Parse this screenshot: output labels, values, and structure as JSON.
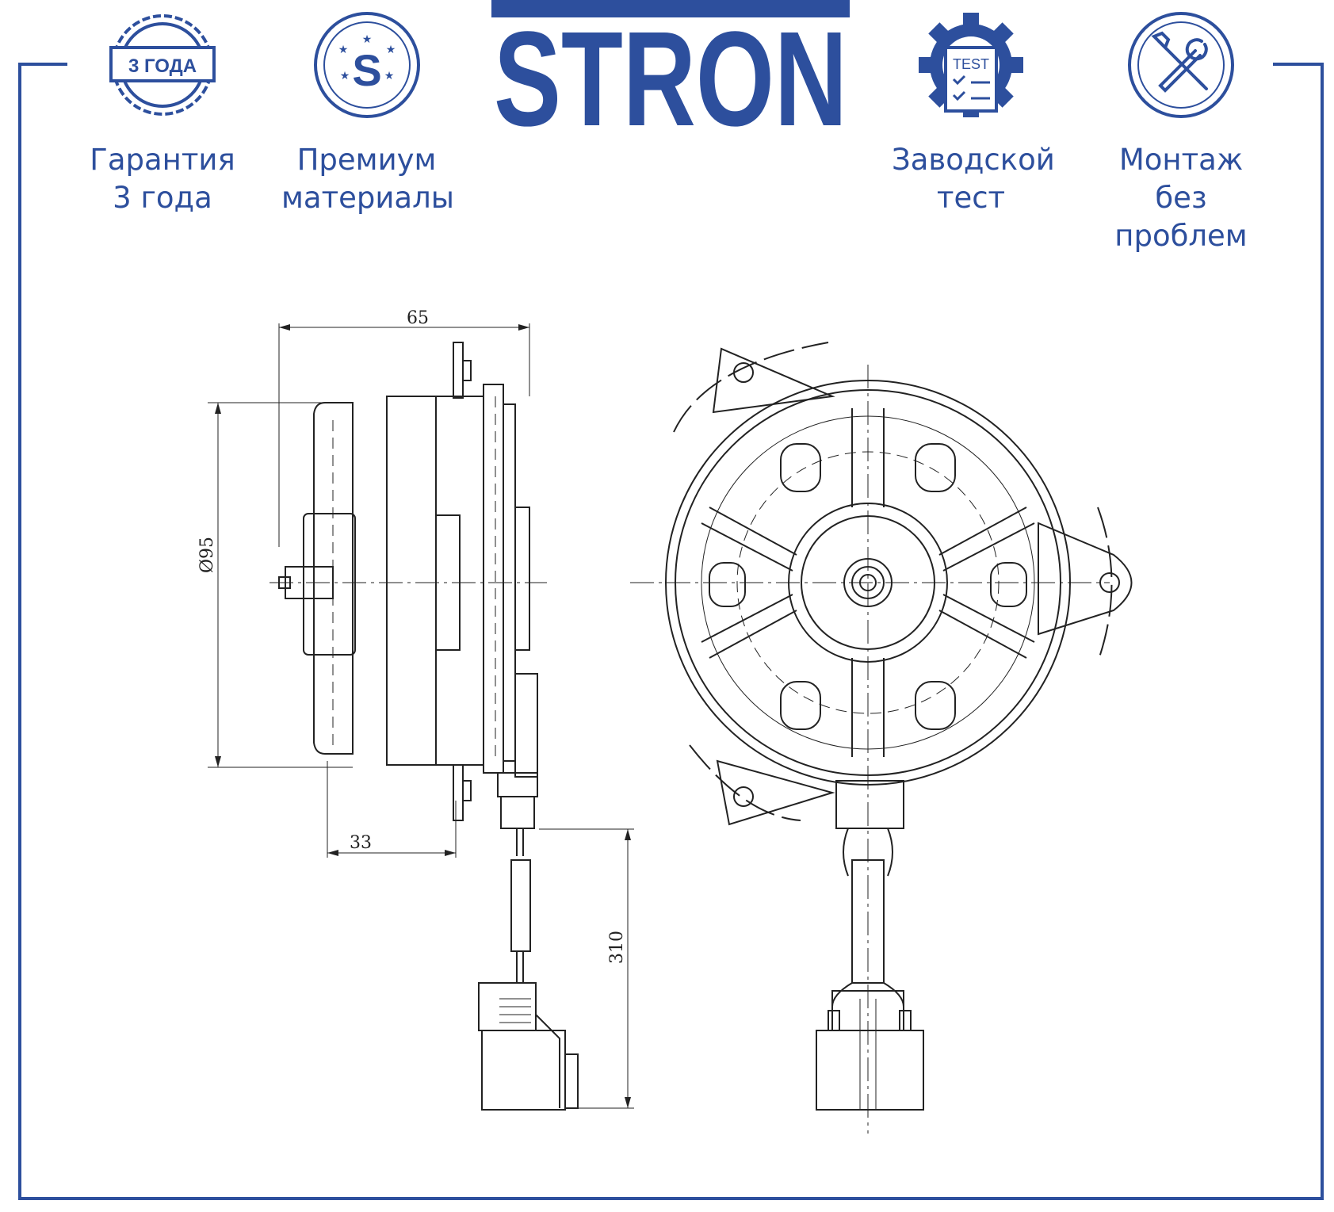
{
  "brand": {
    "name": "STRON",
    "color": "#2d4f9d"
  },
  "features": [
    {
      "icon": "warranty-badge-icon",
      "badge_text": "3 ГОДА",
      "line1": "Гарантия",
      "line2": "3 года"
    },
    {
      "icon": "premium-s-icon",
      "badge_text": "S",
      "line1": "Премиум",
      "line2": "материалы"
    },
    {
      "icon": "test-gear-icon",
      "badge_text": "TEST",
      "line1": "Заводской",
      "line2": "тест"
    },
    {
      "icon": "tools-icon",
      "line1": "Монтаж",
      "line2": "без проблем"
    }
  ],
  "dimensions": {
    "width": "65",
    "diameter": "Ø95",
    "offset": "33",
    "cable": "310"
  }
}
